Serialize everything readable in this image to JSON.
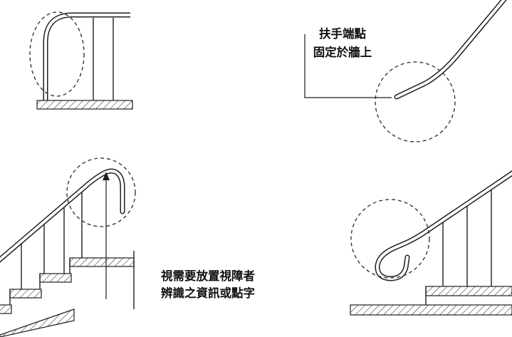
{
  "drawing": {
    "background": "#ffffff",
    "line_color": "#1f1f1f"
  },
  "labels": {
    "wall_fixing": {
      "line1": "扶手端點",
      "line2": "固定於牆上"
    },
    "braille_info": {
      "line1": "視需要放置視障者",
      "line2": "辨識之資訊或點字"
    }
  }
}
